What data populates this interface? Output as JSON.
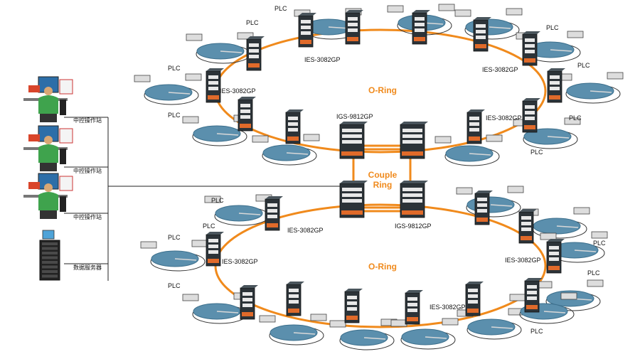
{
  "diagram": {
    "upper_ring": {
      "title": "O-Ring",
      "switch_label": "IES-3082GP",
      "core_label": "IGS-9812GP",
      "node_label": "PLC"
    },
    "couple_ring": {
      "line1": "Couple",
      "line2": "Ring"
    },
    "lower_ring": {
      "title": "O-Ring",
      "switch_label": "IES-3082GP",
      "core_label": "IGS-9812GP",
      "node_label": "PLC"
    },
    "stations": [
      {
        "label": "中控操作站"
      },
      {
        "label": "中控操作站"
      },
      {
        "label": "中控操作站"
      }
    ],
    "server": {
      "label": "数据服务器"
    },
    "colors": {
      "ring": "#f08a1c",
      "disc": "#5b8fad",
      "switch": "#2c3338",
      "ports": "#e06a2a"
    }
  }
}
